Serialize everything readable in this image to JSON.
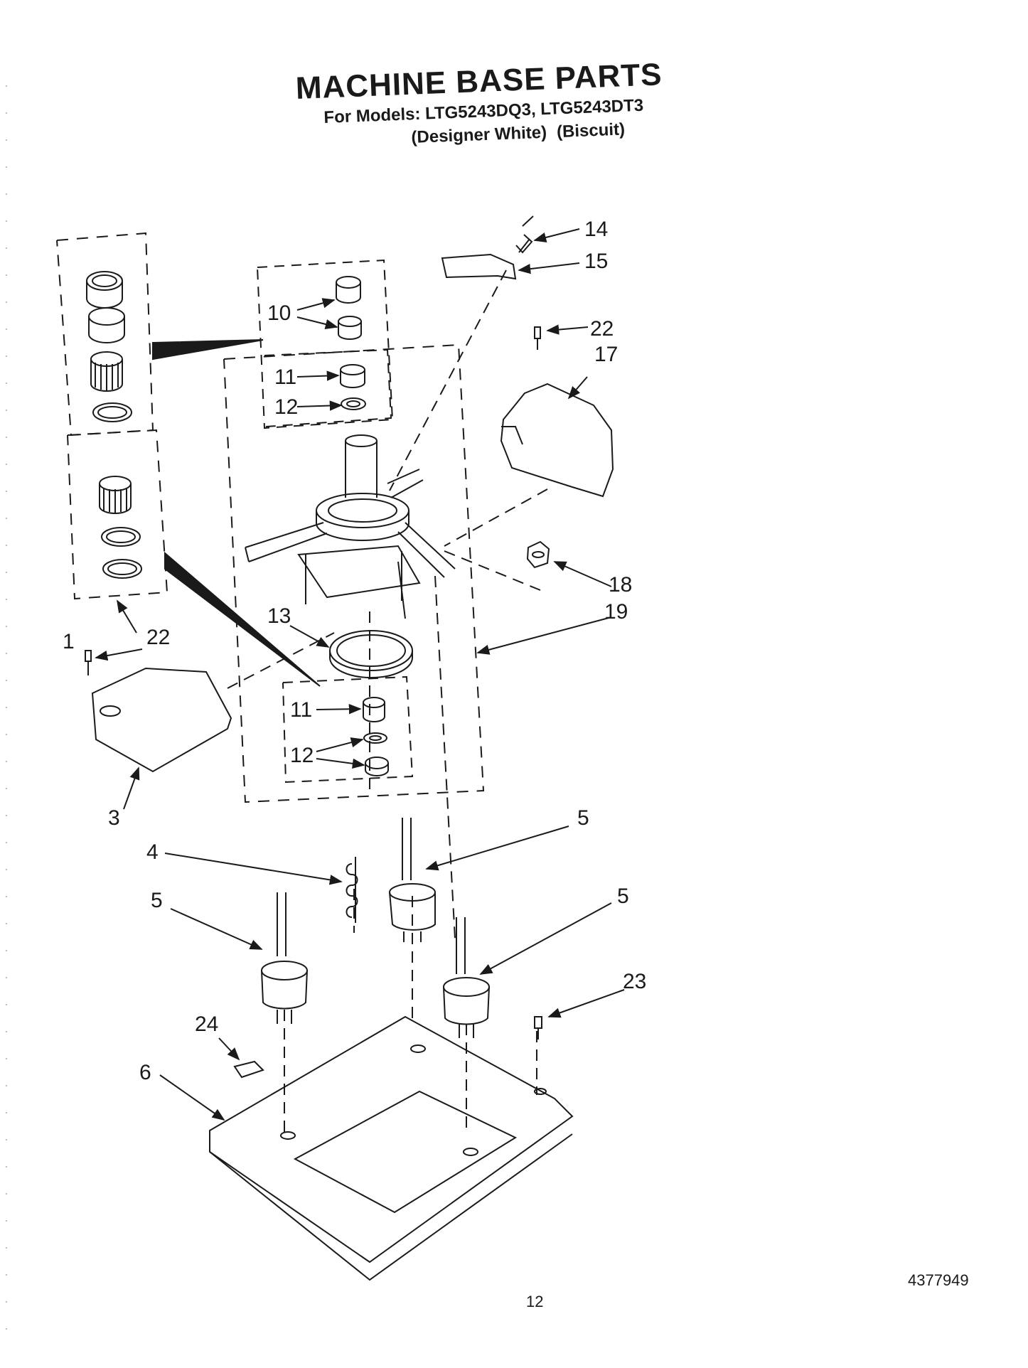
{
  "header": {
    "title": "MACHINE BASE PARTS",
    "models_line": "For Models: LTG5243DQ3, LTG5243DT3",
    "finish_1": "(Designer White)",
    "finish_2": "(Biscuit)"
  },
  "callouts": {
    "c1": "1",
    "c3": "3",
    "c4": "4",
    "c5a": "5",
    "c5b": "5",
    "c5c": "5",
    "c6": "6",
    "c10": "10",
    "c11a": "11",
    "c11b": "11",
    "c12a": "12",
    "c12b": "12",
    "c13": "13",
    "c14": "14",
    "c15": "15",
    "c17": "17",
    "c18": "18",
    "c19": "19",
    "c22a": "22",
    "c22b": "22",
    "c23": "23",
    "c24": "24"
  },
  "footer": {
    "doc_number": "4377949",
    "page_number": "12"
  }
}
